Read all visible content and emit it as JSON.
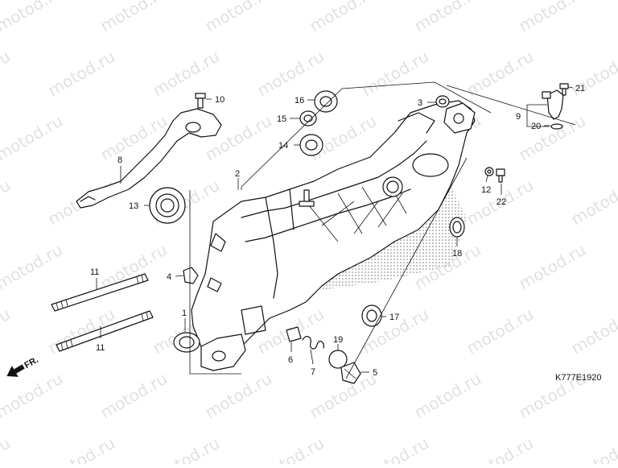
{
  "diagram": {
    "drawing_code": "K777E1920",
    "front_label": "FR.",
    "watermark": "motod.ru",
    "callouts": [
      "1",
      "2",
      "3",
      "4",
      "5",
      "6",
      "7",
      "8",
      "9",
      "10",
      "11",
      "11",
      "12",
      "13",
      "14",
      "15",
      "16",
      "17",
      "18",
      "19",
      "20",
      "21",
      "22"
    ]
  }
}
